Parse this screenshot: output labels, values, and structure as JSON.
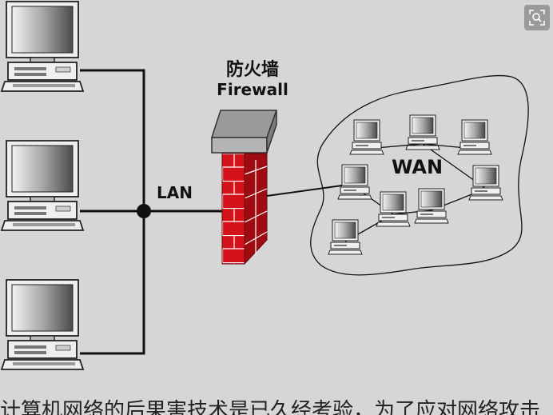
{
  "firewall": {
    "title_cn": "防火墙",
    "title_en": "Firewall"
  },
  "lan": {
    "label": "LAN"
  },
  "wan": {
    "label": "WAN"
  },
  "caption": {
    "text": "计算机网络的后果害技术是已久经考验，为了应对网络攻击"
  },
  "toolbar": {
    "zoom_icon": "zoom-icon"
  },
  "colors": {
    "background": "#d6d6d6",
    "brick": "#d4121c",
    "wall_top": "#8f8f8f"
  }
}
